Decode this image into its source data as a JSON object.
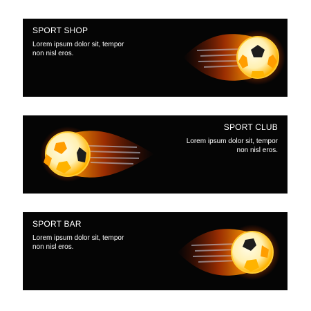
{
  "colors": {
    "background": "#ffffff",
    "banner": "#050505",
    "text": "#ffffff",
    "flame": "#ff7a00",
    "ball_glow": "#ffd23a"
  },
  "banners": [
    {
      "title": "SPORT SHOP",
      "body": "Lorem ipsum dolor sit, tempor non nisl eros.",
      "text_align": "left",
      "ball_side": "right",
      "flame_direction": "left",
      "icon": "flaming-soccer-ball-icon"
    },
    {
      "title": "SPORT CLUB",
      "body": "Lorem ipsum dolor sit, tempor non nisl eros.",
      "text_align": "right",
      "ball_side": "left",
      "flame_direction": "right",
      "icon": "flaming-soccer-ball-icon"
    },
    {
      "title": "SPORT BAR",
      "body": "Lorem ipsum dolor sit, tempor non nisl eros.",
      "text_align": "left",
      "ball_side": "right",
      "flame_direction": "left",
      "icon": "flaming-soccer-ball-icon"
    }
  ]
}
